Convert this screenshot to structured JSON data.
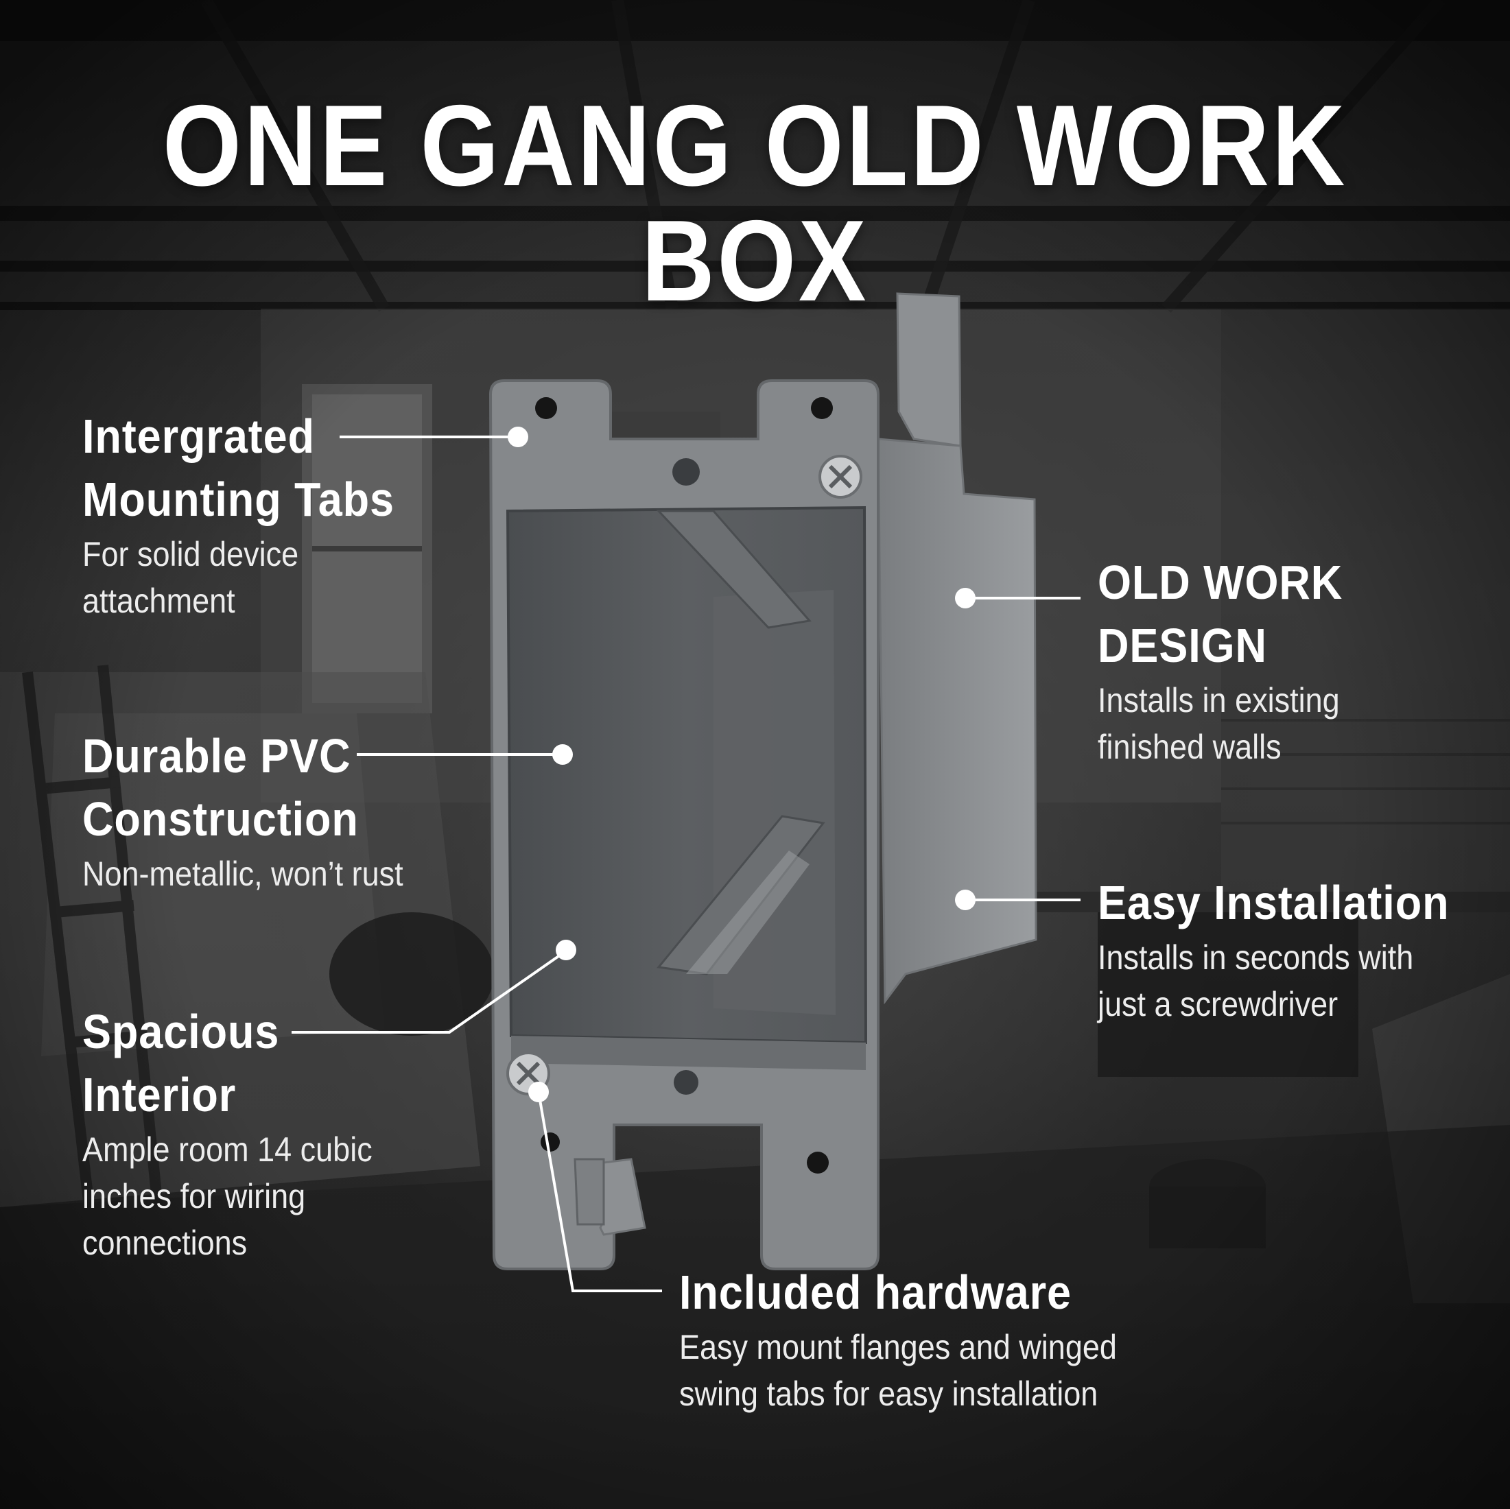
{
  "title": "ONE GANG OLD WORK BOX",
  "colors": {
    "text": "#ffffff",
    "subtext": "#ededed",
    "box_light": "#8a8d90",
    "box_mid": "#74777a",
    "box_dark": "#4e5154",
    "leader": "#ffffff"
  },
  "callouts": {
    "mounting_tabs": {
      "heading_line1": "Intergrated",
      "heading_line2": "Mounting Tabs",
      "desc_line1": "For solid device",
      "desc_line2": "attachment"
    },
    "pvc": {
      "heading_line1": "Durable PVC",
      "heading_line2": "Construction",
      "desc_line1": "Non-metallic, won’t rust"
    },
    "interior": {
      "heading_line1": "Spacious",
      "heading_line2": "Interior",
      "desc_line1": "Ample room 14 cubic",
      "desc_line2": "inches for wiring",
      "desc_line3": "connections"
    },
    "old_work": {
      "heading_line1": "OLD WORK",
      "heading_line2": "DESIGN",
      "desc_line1": "Installs in existing",
      "desc_line2": "finished walls"
    },
    "easy_install": {
      "heading_line1": "Easy Installation",
      "desc_line1": "Installs in seconds with",
      "desc_line2": "just a screwdriver"
    },
    "hardware": {
      "heading_line1": "Included hardware",
      "desc_line1": "Easy mount flanges and winged",
      "desc_line2": "swing tabs for easy installation"
    }
  }
}
